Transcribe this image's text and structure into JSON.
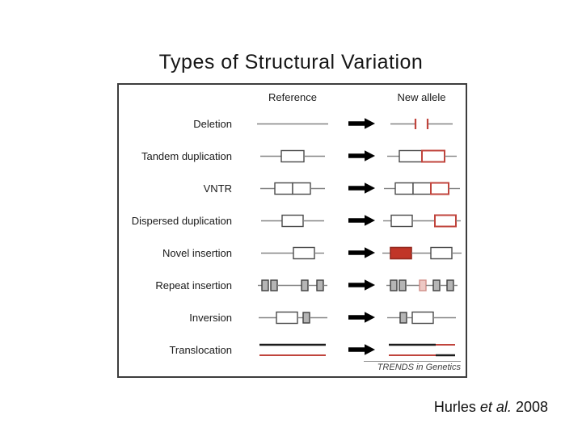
{
  "slide": {
    "title": "Types of Structural Variation",
    "citation": {
      "author": "Hurles",
      "emphasis": "et al.",
      "year": "2008"
    }
  },
  "figure": {
    "headers": {
      "reference": "Reference",
      "new_allele": "New allele"
    },
    "journal_caption": "TRENDS in Genetics",
    "colors": {
      "accent_red": "#c0443c",
      "red_fill": "#c13528",
      "red_fill_border": "#93291f",
      "pink_fill": "#edc8c4",
      "pink_border": "#cf8e89",
      "gray_box_fill": "#b5b5b5",
      "gray_box_border": "#3f3f3f",
      "line_gray": "#838383",
      "line_black": "#1c1c1c",
      "panel_border": "#3d3d3d"
    },
    "rows": [
      {
        "label": "Deletion",
        "ref": [
          [
            {
              "t": "line",
              "w": 88
            }
          ]
        ],
        "new": [
          [
            {
              "t": "line",
              "w": 30
            },
            {
              "t": "tick"
            },
            {
              "t": "gap",
              "w": 13
            },
            {
              "t": "tick"
            },
            {
              "t": "line",
              "w": 30
            }
          ]
        ]
      },
      {
        "label": "Tandem duplication",
        "ref": [
          [
            {
              "t": "line",
              "w": 26
            },
            {
              "t": "box",
              "w": 28
            },
            {
              "t": "line",
              "w": 26
            }
          ]
        ],
        "new": [
          [
            {
              "t": "line",
              "w": 15
            },
            {
              "t": "box",
              "w": 28
            },
            {
              "t": "box",
              "w": 28,
              "s": "#c0443c",
              "sw": 2
            },
            {
              "t": "line",
              "w": 15
            }
          ]
        ]
      },
      {
        "label": "VNTR",
        "ref": [
          [
            {
              "t": "line",
              "w": 18
            },
            {
              "t": "box",
              "w": 22
            },
            {
              "t": "box",
              "w": 22
            },
            {
              "t": "line",
              "w": 18
            }
          ]
        ],
        "new": [
          [
            {
              "t": "line",
              "w": 14
            },
            {
              "t": "box",
              "w": 22
            },
            {
              "t": "box",
              "w": 22
            },
            {
              "t": "box",
              "w": 22,
              "s": "#c0443c",
              "sw": 2
            },
            {
              "t": "line",
              "w": 14
            }
          ]
        ]
      },
      {
        "label": "Dispersed duplication",
        "ref": [
          [
            {
              "t": "line",
              "w": 26
            },
            {
              "t": "box",
              "w": 26
            },
            {
              "t": "line",
              "w": 26
            }
          ]
        ],
        "new": [
          [
            {
              "t": "line",
              "w": 10
            },
            {
              "t": "box",
              "w": 26
            },
            {
              "t": "line",
              "w": 28
            },
            {
              "t": "box",
              "w": 26,
              "s": "#c0443c",
              "sw": 2
            },
            {
              "t": "line",
              "w": 6
            }
          ]
        ]
      },
      {
        "label": "Novel insertion",
        "ref": [
          [
            {
              "t": "line",
              "w": 40
            },
            {
              "t": "box",
              "w": 26
            },
            {
              "t": "line",
              "w": 12
            }
          ]
        ],
        "new": [
          [
            {
              "t": "line",
              "w": 10
            },
            {
              "t": "box",
              "w": 26,
              "f": "#c13528",
              "s": "#93291f",
              "sw": 1.6
            },
            {
              "t": "line",
              "w": 24
            },
            {
              "t": "box",
              "w": 26
            },
            {
              "t": "line",
              "w": 12
            }
          ]
        ]
      },
      {
        "label": "Repeat insertion",
        "ref": [
          [
            {
              "t": "line",
              "w": 5
            },
            {
              "t": "box",
              "w": 8,
              "h": 13,
              "f": "#b5b5b5",
              "s": "#3f3f3f"
            },
            {
              "t": "gap",
              "w": 3
            },
            {
              "t": "box",
              "w": 8,
              "h": 13,
              "f": "#b5b5b5",
              "s": "#3f3f3f"
            },
            {
              "t": "line",
              "w": 30
            },
            {
              "t": "box",
              "w": 8,
              "h": 13,
              "f": "#b5b5b5",
              "s": "#3f3f3f"
            },
            {
              "t": "line",
              "w": 11
            },
            {
              "t": "box",
              "w": 8,
              "h": 13,
              "f": "#b5b5b5",
              "s": "#3f3f3f"
            },
            {
              "t": "line",
              "w": 5
            }
          ]
        ],
        "new": [
          [
            {
              "t": "line",
              "w": 5
            },
            {
              "t": "box",
              "w": 8,
              "h": 13,
              "f": "#b5b5b5",
              "s": "#3f3f3f"
            },
            {
              "t": "gap",
              "w": 3
            },
            {
              "t": "box",
              "w": 8,
              "h": 13,
              "f": "#b5b5b5",
              "s": "#3f3f3f"
            },
            {
              "t": "line",
              "w": 17
            },
            {
              "t": "box",
              "w": 8,
              "h": 13,
              "f": "#edc8c4",
              "s": "#cf8e89"
            },
            {
              "t": "line",
              "w": 9
            },
            {
              "t": "box",
              "w": 8,
              "h": 13,
              "f": "#b5b5b5",
              "s": "#3f3f3f"
            },
            {
              "t": "line",
              "w": 9
            },
            {
              "t": "box",
              "w": 8,
              "h": 13,
              "f": "#b5b5b5",
              "s": "#3f3f3f"
            },
            {
              "t": "line",
              "w": 5
            }
          ]
        ]
      },
      {
        "label": "Inversion",
        "ref": [
          [
            {
              "t": "line",
              "w": 22
            },
            {
              "t": "box",
              "w": 26
            },
            {
              "t": "line",
              "w": 7
            },
            {
              "t": "box",
              "w": 8,
              "h": 13,
              "f": "#b5b5b5",
              "s": "#3f3f3f"
            },
            {
              "t": "line",
              "w": 22
            }
          ]
        ],
        "new": [
          [
            {
              "t": "line",
              "w": 16
            },
            {
              "t": "box",
              "w": 8,
              "h": 13,
              "f": "#b5b5b5",
              "s": "#3f3f3f"
            },
            {
              "t": "line",
              "w": 7
            },
            {
              "t": "box",
              "w": 26
            },
            {
              "t": "line",
              "w": 28
            }
          ]
        ]
      },
      {
        "label": "Translocation",
        "ref": [
          [
            {
              "t": "line",
              "w": 82,
              "c": "#1c1c1c",
              "sw": 2.4
            }
          ],
          [
            {
              "t": "line",
              "w": 82,
              "c": "#c0443c",
              "sw": 2
            }
          ]
        ],
        "new": [
          [
            {
              "t": "line",
              "w": 58,
              "c": "#1c1c1c",
              "sw": 2.4
            },
            {
              "t": "line",
              "w": 24,
              "c": "#c0443c",
              "sw": 2
            }
          ],
          [
            {
              "t": "line",
              "w": 58,
              "c": "#c0443c",
              "sw": 2
            },
            {
              "t": "line",
              "w": 24,
              "c": "#1c1c1c",
              "sw": 2.4
            }
          ]
        ]
      }
    ]
  }
}
